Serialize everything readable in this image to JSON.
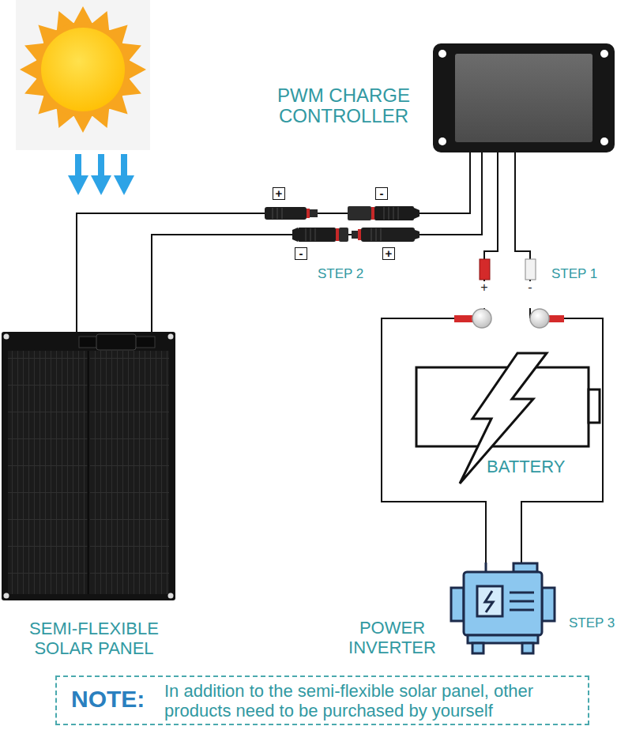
{
  "diagram": {
    "nodes": [
      {
        "text": [
          "PWM CHARGE CONTROLLER"
        ]
      },
      {
        "text": [
          "SEMI-FLEXIBLE SOLAR PANEL"
        ]
      },
      {
        "text": [
          "BATTERY"
        ]
      },
      {
        "text": [
          "POWER INVERTER"
        ]
      },
      {
        "text": [
          "NOTE:",
          "In addition to the semi-flexible solar panel, other products need to be purchased by yourself"
        ]
      }
    ],
    "edges": [
      {
        "from": 1,
        "to": 0,
        "arrow": "none"
      },
      {
        "from": 1,
        "to": 0,
        "arrow": "none"
      },
      {
        "from": 0,
        "to": 2,
        "arrow": "none"
      },
      {
        "from": 0,
        "to": 2,
        "arrow": "none"
      },
      {
        "from": 2,
        "to": 3,
        "arrow": "none"
      },
      {
        "from": 2,
        "to": 3,
        "arrow": "none"
      }
    ],
    "labels": [
      "+",
      "-",
      "-",
      "+",
      "STEP 2",
      "+",
      "-",
      "STEP 1",
      "STEP 3"
    ]
  }
}
